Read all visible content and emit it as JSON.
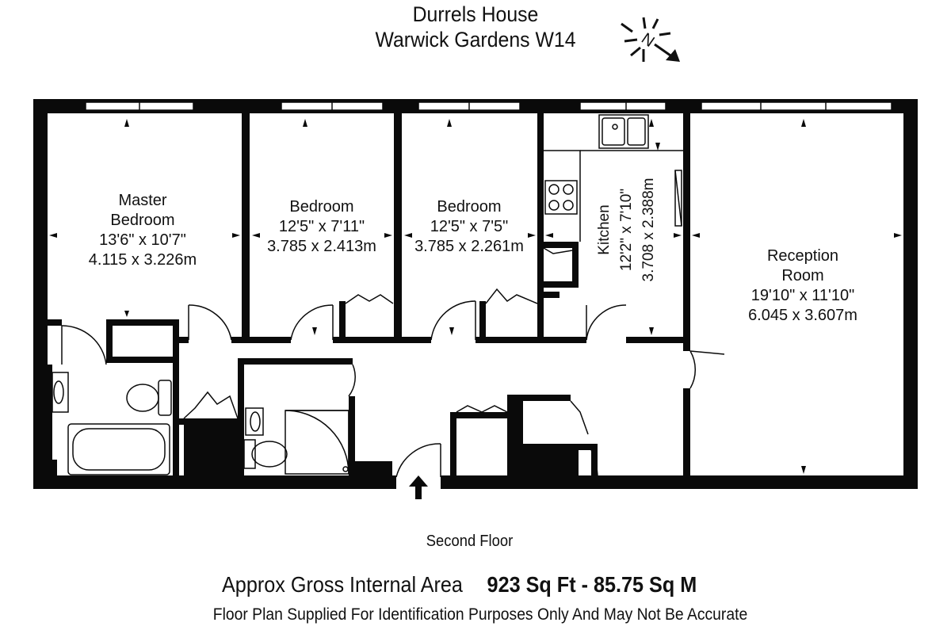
{
  "header": {
    "title_line1": "Durrels House",
    "title_line2": "Warwick Gardens W14",
    "compass_letter": "N"
  },
  "rooms": [
    {
      "name_line1": "Master",
      "name_line2": "Bedroom",
      "imperial": "13'6\" x 10'7\"",
      "metric": "4.115 x 3.226m"
    },
    {
      "name_line1": "Bedroom",
      "imperial": "12'5\" x 7'11\"",
      "metric": "3.785 x 2.413m"
    },
    {
      "name_line1": "Bedroom",
      "imperial": "12'5\" x 7'5\"",
      "metric": "3.785 x 2.261m"
    },
    {
      "name_line1": "Kitchen",
      "imperial": "12'2\" x 7'10\"",
      "metric": "3.708 x 2.388m"
    },
    {
      "name_line1": "Reception",
      "name_line2": "Room",
      "imperial": "19'10\" x 11'10\"",
      "metric": "6.045 x 3.607m"
    }
  ],
  "footer": {
    "floor_label": "Second Floor",
    "area_label": "Approx Gross Internal Area",
    "area_value": "923 Sq Ft  -  85.75 Sq M",
    "disclaimer": "Floor Plan Supplied For Identification Purposes Only And May Not Be Accurate"
  },
  "colors": {
    "wall": "#0a0a0a",
    "background": "#ffffff"
  }
}
